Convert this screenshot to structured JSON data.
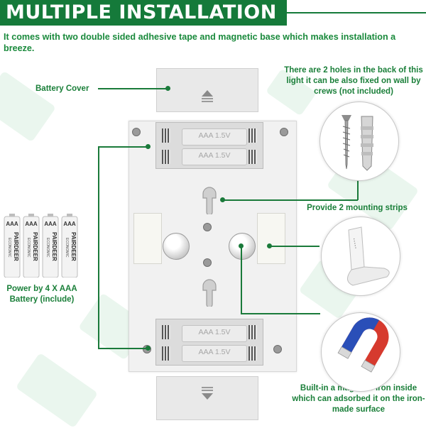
{
  "header": {
    "title": "MULTIPLE INSTALLATION",
    "subtitle": "It comes with two double sided adhesive tape and magnetic base which makes installation a breeze."
  },
  "callouts": {
    "battery_cover": "Battery Cover",
    "holes": "There are 2 holes in the back of this light it can be also fixed on wall by crews (not included)",
    "strips": "Provide 2 mounting strips",
    "battery_power": "Power by 4 X AAA Battery (include)",
    "magnet": "Built-in a magnetic iron inside which can adsorbed it on the iron-made surface"
  },
  "device": {
    "cell_label": "AAA 1.5V",
    "battery_brand": "PAIRDEER",
    "battery_sub": "ECONOMIC",
    "battery_top": "AAA"
  },
  "colors": {
    "brand_green": "#157a3a",
    "label_green": "#1a7f39"
  }
}
